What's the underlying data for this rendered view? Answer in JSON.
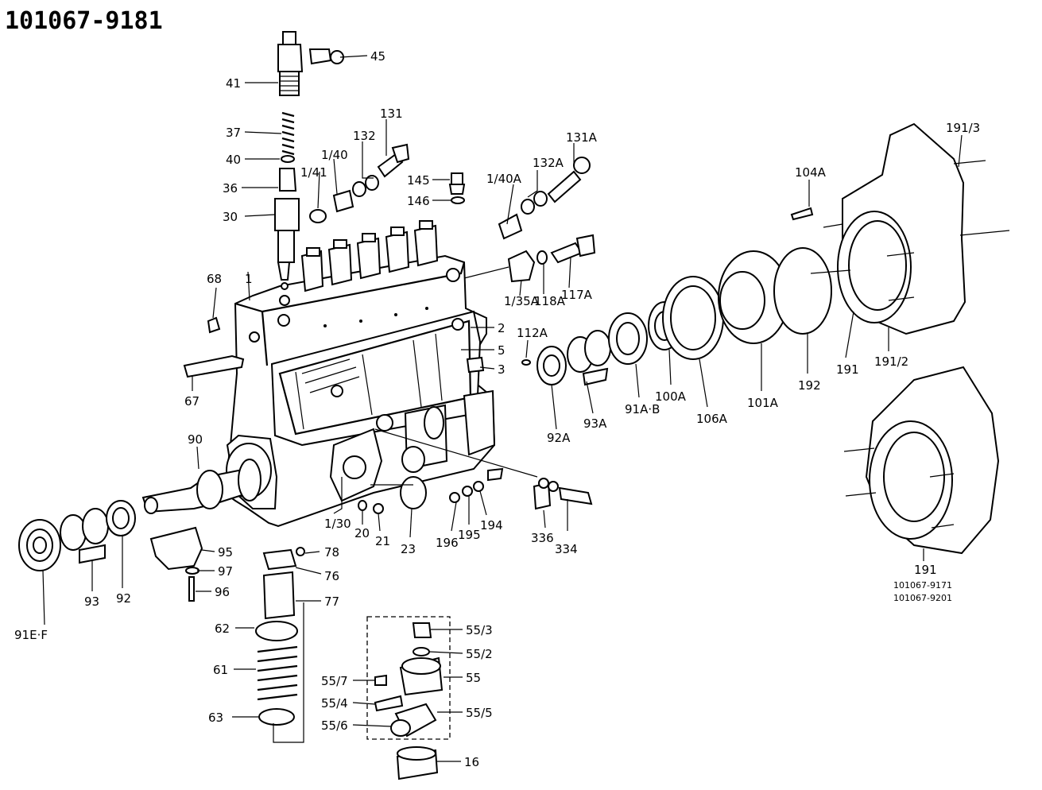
{
  "title": "101067-9181",
  "alt_numbers": [
    "101067-9171",
    "101067-9201"
  ],
  "callouts": {
    "p45": "45",
    "p41": "41",
    "p37": "37",
    "p40": "40",
    "p36": "36",
    "p30": "30",
    "p1_41": "1/41",
    "p1_40": "1/40",
    "p132": "132",
    "p131": "131",
    "p145": "145",
    "p146": "146",
    "p1_40A": "1/40A",
    "p132A": "132A",
    "p131A": "131A",
    "p104A": "104A",
    "p191_3": "191/3",
    "p68": "68",
    "p1": "1",
    "p2": "2",
    "p5": "5",
    "p3": "3",
    "p112A": "112A",
    "p135A": "1/35A",
    "p118A": "118A",
    "p117A": "117A",
    "p67": "67",
    "p90": "90",
    "p92A": "92A",
    "p93A": "93A",
    "p91AB": "91A·B",
    "p100A": "100A",
    "p106A": "106A",
    "p101A": "101A",
    "p192": "192",
    "p191": "191",
    "p191_2": "191/2",
    "p191b": "191",
    "p1_30": "1/30",
    "p20": "20",
    "p21": "21",
    "p23": "23",
    "p196": "196",
    "p195": "195",
    "p194": "194",
    "p336": "336",
    "p334": "334",
    "p91EF": "91E·F",
    "p93": "93",
    "p92": "92",
    "p95": "95",
    "p97": "97",
    "p96": "96",
    "p78": "78",
    "p76": "76",
    "p77": "77",
    "p62": "62",
    "p61": "61",
    "p63": "63",
    "p55_3": "55/3",
    "p55_2": "55/2",
    "p55": "55",
    "p55_7": "55/7",
    "p55_4": "55/4",
    "p55_5": "55/5",
    "p55_6": "55/6",
    "p16": "16"
  }
}
